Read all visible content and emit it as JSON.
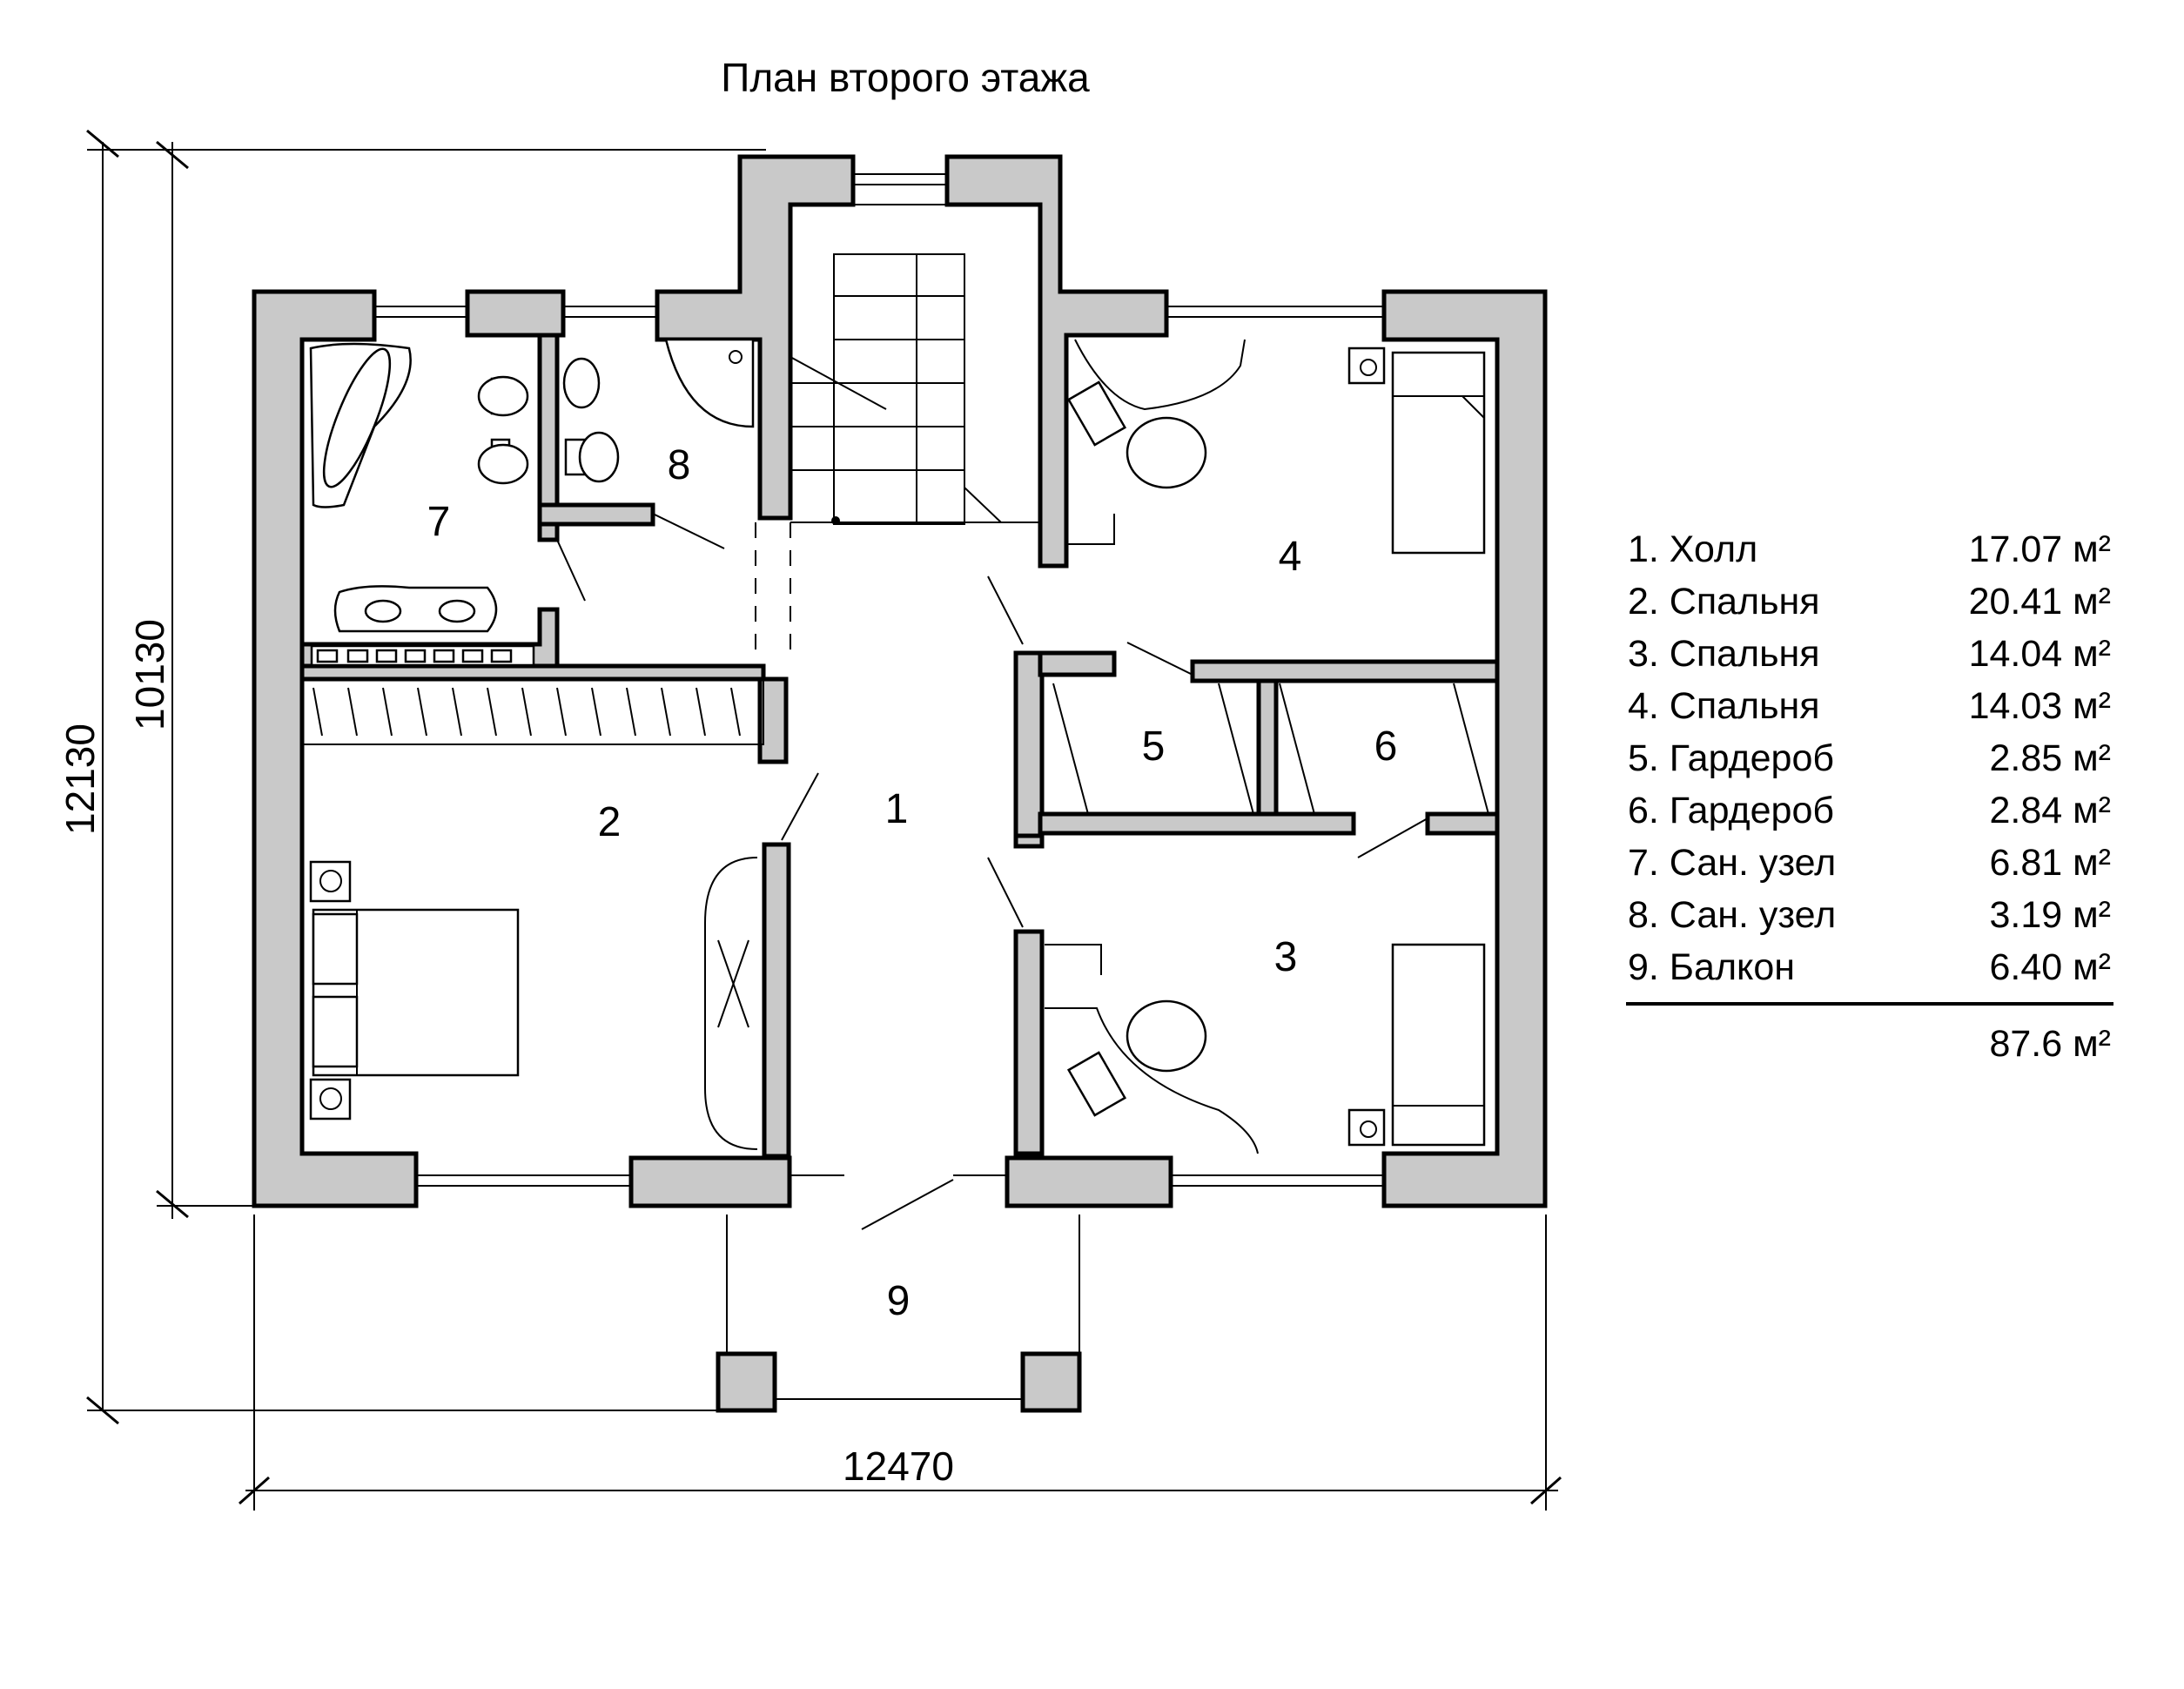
{
  "title": "План второго этажа",
  "rooms": [
    {
      "n": "1",
      "name": "Холл",
      "area": "17.07 м²"
    },
    {
      "n": "2",
      "name": "Спальня",
      "area": "20.41 м²"
    },
    {
      "n": "3",
      "name": "Спальня",
      "area": "14.04 м²"
    },
    {
      "n": "4",
      "name": "Спальня",
      "area": "14.03 м²"
    },
    {
      "n": "5",
      "name": "Гардероб",
      "area": "2.85 м²"
    },
    {
      "n": "6",
      "name": "Гардероб",
      "area": "2.84 м²"
    },
    {
      "n": "7",
      "name": "Сан. узел",
      "area": "6.81 м²"
    },
    {
      "n": "8",
      "name": "Сан. узел",
      "area": "3.19 м²"
    },
    {
      "n": "9",
      "name": "Балкон",
      "area": "6.40 м²"
    }
  ],
  "legend_items": [
    "1. Холл",
    "2. Спальня",
    "3. Спальня",
    "4. Спальня",
    "5. Гардероб",
    "6. Гардероб",
    "7. Сан. узел",
    "8. Сан. узел",
    "9. Балкон"
  ],
  "total_area": "87.6 м²",
  "dimensions": {
    "width": "12470",
    "height_inner": "10130",
    "height_outer": "12130"
  }
}
